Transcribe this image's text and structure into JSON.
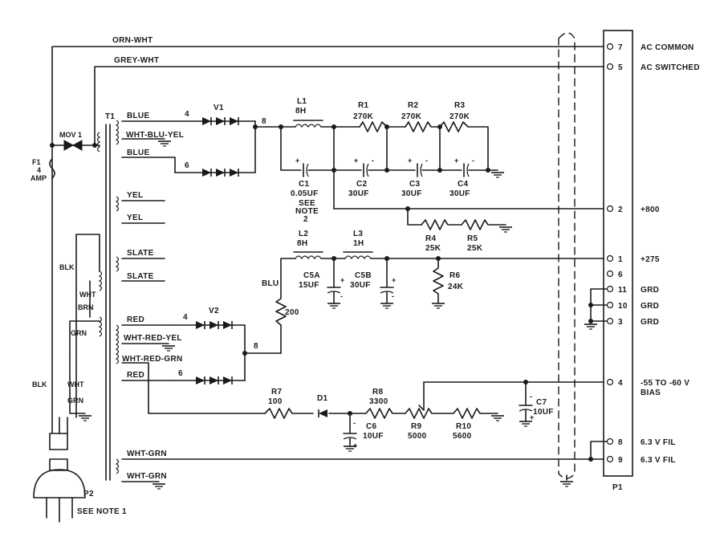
{
  "transformer": {
    "label": "T1"
  },
  "wires_top": {
    "orn_wht": "ORN-WHT",
    "grey_wht": "GREY-WHT"
  },
  "fuse": {
    "label": "F1",
    "rating": "4",
    "unit": "AMP"
  },
  "mov": {
    "label": "MOV 1"
  },
  "secondary_labels": {
    "blue1": "BLUE",
    "wht_blu_yel": "WHT-BLU-YEL",
    "blue2": "BLUE",
    "yel1": "YEL",
    "yel2": "YEL",
    "slate1": "SLATE",
    "slate2": "SLATE",
    "red1": "RED",
    "wht_red_yel": "WHT-RED-YEL",
    "wht_red_grn": "WHT-RED-GRN",
    "red2": "RED",
    "wht_grn1": "WHT-GRN",
    "wht_grn2": "WHT-GRN"
  },
  "primary_labels": {
    "blk1": "BLK",
    "wht1": "WHT",
    "brn": "BRN",
    "grn1": "GRN",
    "blk2": "BLK",
    "wht2": "WHT",
    "grn2": "GRN"
  },
  "node_numbers": {
    "n4a": "4",
    "n6a": "6",
    "n8a": "8",
    "n4b": "4",
    "n6b": "6",
    "n8b": "8"
  },
  "diodes": {
    "v1": "V1",
    "v2": "V2",
    "d1": "D1"
  },
  "inductors": {
    "l1": {
      "name": "L1",
      "value": "8H"
    },
    "l2": {
      "name": "L2",
      "value": "8H"
    },
    "l3": {
      "name": "L3",
      "value": "1H"
    }
  },
  "resistors": {
    "r1": {
      "name": "R1",
      "value": "270K"
    },
    "r2": {
      "name": "R2",
      "value": "270K"
    },
    "r3": {
      "name": "R3",
      "value": "270K"
    },
    "r4": {
      "name": "R4",
      "value": "25K"
    },
    "r5": {
      "name": "R5",
      "value": "25K"
    },
    "r6": {
      "name": "R6",
      "value": "24K"
    },
    "r7": {
      "name": "R7",
      "value": "100"
    },
    "r8": {
      "name": "R8",
      "value": "3300"
    },
    "r9": {
      "name": "R9",
      "value": "5000"
    },
    "r10": {
      "name": "R10",
      "value": "5600"
    },
    "r200": {
      "value": "200"
    }
  },
  "capacitors": {
    "c1": {
      "name": "C1",
      "value": "0.05UF",
      "note1": "SEE",
      "note2": "NOTE",
      "note3": "2"
    },
    "c2": {
      "name": "C2",
      "value": "30UF"
    },
    "c3": {
      "name": "C3",
      "value": "30UF"
    },
    "c4": {
      "name": "C4",
      "value": "30UF"
    },
    "c5a": {
      "name": "C5A",
      "value": "15UF"
    },
    "c5b": {
      "name": "C5B",
      "value": "30UF"
    },
    "c6": {
      "name": "C6",
      "value": "10UF"
    },
    "c7": {
      "name": "C7",
      "value": "10UF"
    }
  },
  "blu_label": "BLU",
  "plug_p2": {
    "name": "P2",
    "note": "SEE NOTE 1"
  },
  "connector_p1": {
    "name": "P1",
    "pins": [
      {
        "num": "7",
        "label": "AC COMMON"
      },
      {
        "num": "5",
        "label": "AC SWITCHED"
      },
      {
        "num": "2",
        "label": "+800"
      },
      {
        "num": "1",
        "label": "+275"
      },
      {
        "num": "6",
        "label": ""
      },
      {
        "num": "11",
        "label": "GRD"
      },
      {
        "num": "10",
        "label": "GRD"
      },
      {
        "num": "3",
        "label": "GRD"
      },
      {
        "num": "4",
        "label": "-55 TO -60 V"
      },
      {
        "num": "8",
        "label": "6.3 V FIL"
      },
      {
        "num": "9",
        "label": "6.3 V FIL"
      }
    ],
    "bias_label": "BIAS"
  }
}
